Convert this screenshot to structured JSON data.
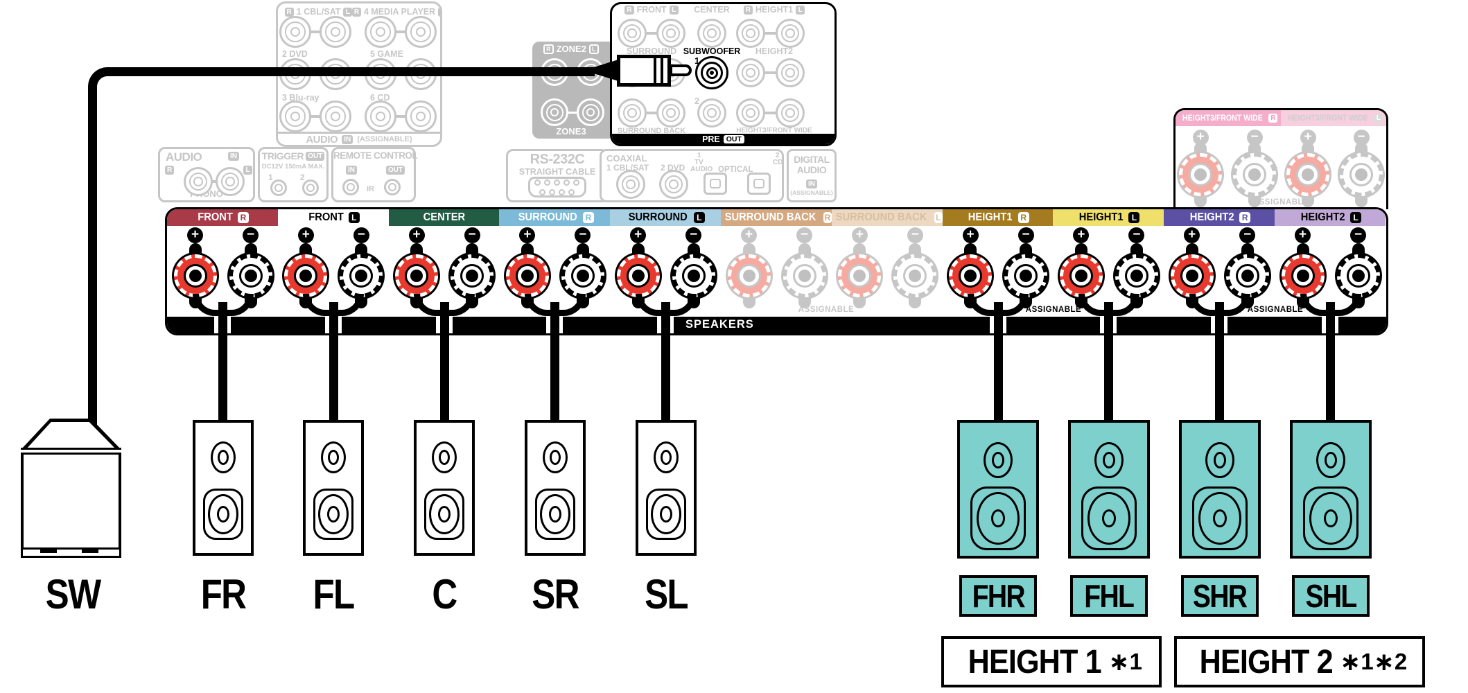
{
  "diagram_title": "speaker-connection-diagram",
  "colors": {
    "faded": "#C6C6C6",
    "post_red": "#E8392E",
    "post_red_faded": "#F5ABA2",
    "zone_gray": "#B9B9B9",
    "teal": "#7ED0CD",
    "pink_r": "#F4AECB",
    "pink_l": "#F8CFDE"
  },
  "panels": {
    "analog": {
      "row1_left_r": "R",
      "row1_left_text": "1 CBL/SAT",
      "row1_left_l": "L",
      "row1_right_r": "R",
      "row1_right_text": "4 MEDIA PLAYER",
      "row1_right_l": "L",
      "row2_left": "2 DVD",
      "row2_right": "5 GAME",
      "row3_left": "3 Blu-ray",
      "row3_right": "6 CD",
      "footer_label": "AUDIO",
      "footer_badge": "IN",
      "footer_note": "(ASSIGNABLE)"
    },
    "phono": {
      "header": "AUDIO",
      "header_badge": "IN",
      "badge_r": "R",
      "badge_l": "L",
      "caption": "PHONO"
    },
    "trigger": {
      "header": "TRIGGER",
      "header_badge": "OUT",
      "note": "DC12V 150mA MAX.",
      "jack1": "1",
      "jack2": "2"
    },
    "remote": {
      "header": "REMOTE CONTROL",
      "badge_in": "IN",
      "badge_out": "OUT",
      "ir": "IR"
    },
    "preout": {
      "front_r": "R",
      "front": "FRONT",
      "front_l": "L",
      "center": "CENTER",
      "h1_r": "R",
      "h1": "HEIGHT1",
      "h1_l": "L",
      "surround": "SURROUND",
      "subwoofer": "SUBWOOFER",
      "jack1": "1",
      "jack2": "2",
      "height2": "HEIGHT2",
      "surround_back": "SURROUND BACK",
      "height3": "HEIGHT3/FRONT WIDE",
      "pre": "PRE",
      "out": "OUT",
      "zone2_r": "R",
      "zone2": "ZONE2",
      "zone2_l": "L",
      "zone3": "ZONE3"
    },
    "rs232": {
      "title": "RS-232C",
      "subtitle": "STRAIGHT CABLE"
    },
    "digital": {
      "coaxial": "COAXIAL",
      "cblsat": "1 CBL/SAT",
      "dvd": "2 DVD",
      "tv_1": "1",
      "tv_2": "TV",
      "tv_3": "AUDIO",
      "optical": "OPTICAL",
      "cd_1": "2",
      "cd_2": "CD",
      "dig_1": "DIGITAL",
      "dig_2": "AUDIO",
      "in_badge": "IN",
      "note": "(ASSIGNABLE)"
    },
    "height3": {
      "label_r": "HEIGHT3/FRONT WIDE",
      "badge_r": "R",
      "label_l": "HEIGHT3/FRONT WIDE",
      "badge_l": "L",
      "assignable": "ASSIGNABLE"
    }
  },
  "speaker_strip": {
    "bar_label": "SPEAKERS",
    "plus": "+",
    "minus": "−",
    "assignable_faded": "ASSIGNABLE",
    "assignable_1": "ASSIGNABLE",
    "assignable_2": "ASSIGNABLE",
    "channels": [
      {
        "label": "FRONT",
        "badge": "R",
        "bg": "#A93B49",
        "fg": "#FFFFFF",
        "badge_style": "light",
        "state": "active",
        "cable": true
      },
      {
        "label": "FRONT",
        "badge": "L",
        "bg": "#FFFFFF",
        "fg": "#000000",
        "badge_style": "dark",
        "state": "active",
        "cable": true
      },
      {
        "label": "CENTER",
        "badge": null,
        "bg": "#235C45",
        "fg": "#FFFFFF",
        "badge_style": "light",
        "state": "active",
        "cable": true
      },
      {
        "label": "SURROUND",
        "badge": "R",
        "bg": "#7CBAD8",
        "fg": "#FFFFFF",
        "badge_style": "light",
        "state": "active",
        "cable": true
      },
      {
        "label": "SURROUND",
        "badge": "L",
        "bg": "#A9CFE3",
        "fg": "#000000",
        "badge_style": "dark",
        "state": "active",
        "cable": true
      },
      {
        "label": "SURROUND BACK",
        "badge": "R",
        "bg": "#D4A981",
        "fg": "#FFFFFF",
        "badge_style": "light",
        "state": "faded",
        "cable": false
      },
      {
        "label": "SURROUND BACK",
        "badge": "L",
        "bg": "#EDD9C2",
        "fg": "#D8BFA0",
        "badge_style": "light",
        "badge_fg": "#D8BFA0",
        "state": "faded",
        "cable": false
      },
      {
        "label": "HEIGHT1",
        "badge": "R",
        "bg": "#A57B20",
        "fg": "#FFFFFF",
        "badge_style": "light",
        "state": "active",
        "cable": true
      },
      {
        "label": "HEIGHT1",
        "badge": "L",
        "bg": "#EFE06B",
        "fg": "#000000",
        "badge_style": "dark",
        "state": "active",
        "cable": true
      },
      {
        "label": "HEIGHT2",
        "badge": "R",
        "bg": "#5C50A4",
        "fg": "#FFFFFF",
        "badge_style": "light",
        "state": "active",
        "cable": true
      },
      {
        "label": "HEIGHT2",
        "badge": "L",
        "bg": "#C0A9D6",
        "fg": "#000000",
        "badge_style": "dark",
        "state": "active",
        "cable": true
      }
    ]
  },
  "speakers": {
    "subwoofer_label": "SW",
    "front_labels": [
      "FR",
      "FL",
      "C",
      "SR",
      "SL"
    ],
    "height_labels": [
      "FHR",
      "FHL",
      "SHR",
      "SHL"
    ]
  },
  "footnote_asterisk": "∗",
  "footnotes": [
    {
      "label": "HEIGHT 1",
      "marks": [
        "1"
      ]
    },
    {
      "label": "HEIGHT 2",
      "marks": [
        "1",
        "2"
      ]
    }
  ]
}
